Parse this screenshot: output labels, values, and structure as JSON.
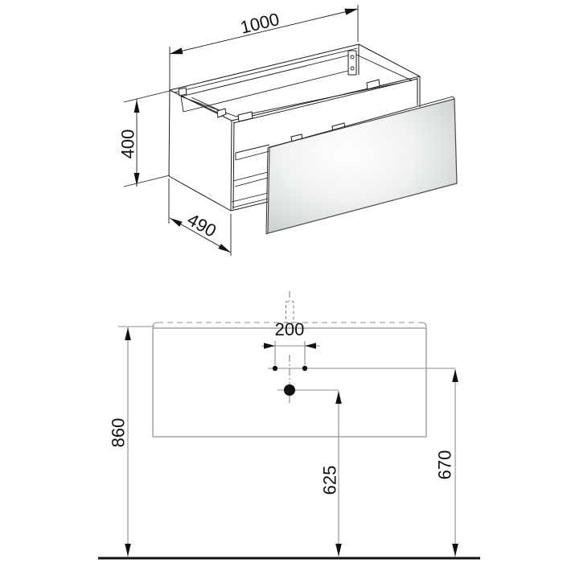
{
  "drawing": {
    "kind": "furniture installation technical drawing (wall-hung vanity unit with open drawer)",
    "units": "mm",
    "background": "#ffffff"
  },
  "isometric_view": {
    "name": "vanity unit perspective view with open drawer",
    "dims": {
      "width": "1000",
      "height": "400",
      "depth": "490"
    }
  },
  "installation_view": {
    "name": "front elevation installation view",
    "dims": {
      "faucet_holes_spacing": "200",
      "unit_top_height": "860",
      "drain_center_height": "625",
      "faucet_holes_height": "670"
    }
  },
  "colors": {
    "primary_line": "#1a1a1a",
    "secondary_line": "#8c8c8c",
    "text": "#111111",
    "panel_center": "#ffffff",
    "panel_edge_shade": "#c4c8c9",
    "floor_line": "#111111"
  }
}
